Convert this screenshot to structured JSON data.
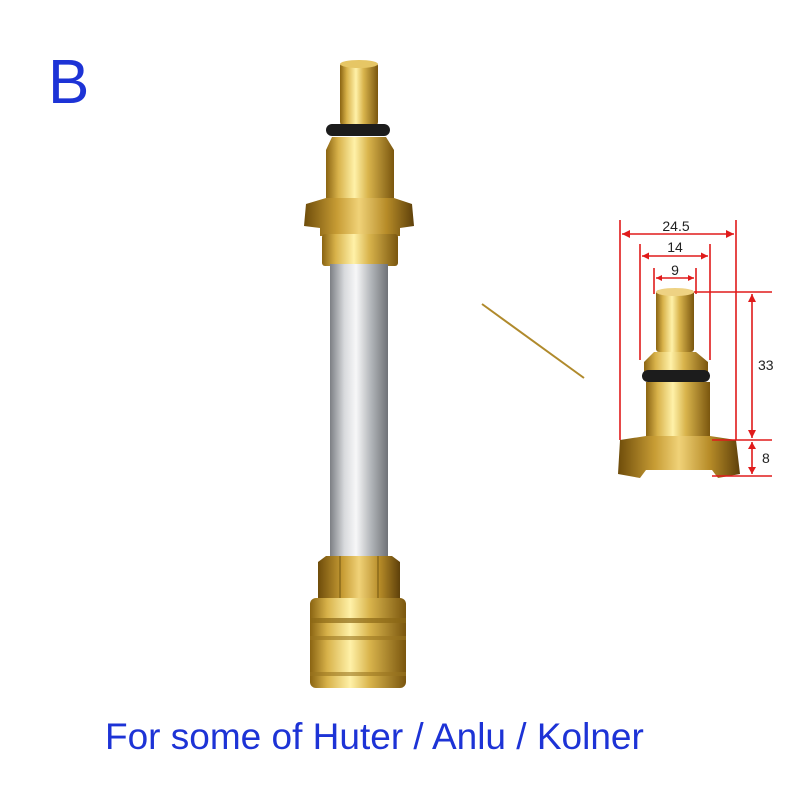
{
  "variant_letter": "B",
  "caption": "For some of Huter / Anlu / Kolner",
  "dimensions": {
    "overall_width": "24.5",
    "middle_width": "14",
    "tip_width": "9",
    "body_height": "33",
    "flange_height": "8"
  },
  "colors": {
    "text": "#1d33d6",
    "brass": "#c9a23a",
    "dimension_lines": "#e01b1b",
    "steel": "#b9bcc0"
  }
}
